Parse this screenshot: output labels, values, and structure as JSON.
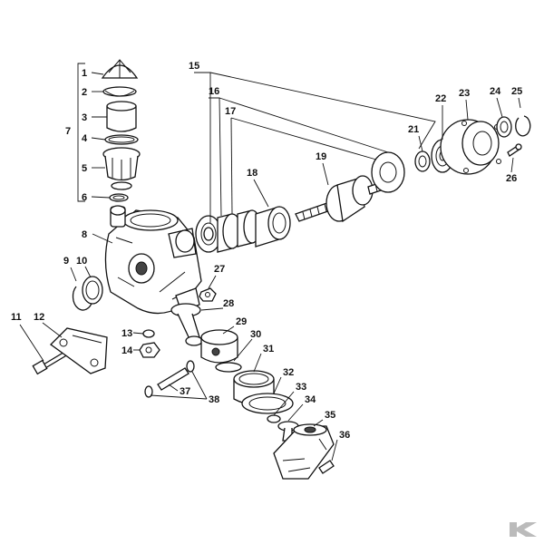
{
  "labels": {
    "p1": "1",
    "p2": "2",
    "p3": "3",
    "p4": "4",
    "p5": "5",
    "p6": "6",
    "p7": "7",
    "p8": "8",
    "p9": "9",
    "p10": "10",
    "p11": "11",
    "p12": "12",
    "p13": "13",
    "p14": "14",
    "p15": "15",
    "p16": "16",
    "p17": "17",
    "p18": "18",
    "p19": "19",
    "p20": "21",
    "p22": "22",
    "p23": "23",
    "p24": "24",
    "p25": "25",
    "p26": "26",
    "p27": "27",
    "p28": "28",
    "p29": "29",
    "p30": "30",
    "p31": "31",
    "p32": "32",
    "p33": "33",
    "p34": "34",
    "p35": "35",
    "p36": "36",
    "p37": "37",
    "p38": "38"
  },
  "logo": {
    "mark": "K"
  },
  "colors": {
    "line": "#111111",
    "logo": "#bbbbbb"
  }
}
